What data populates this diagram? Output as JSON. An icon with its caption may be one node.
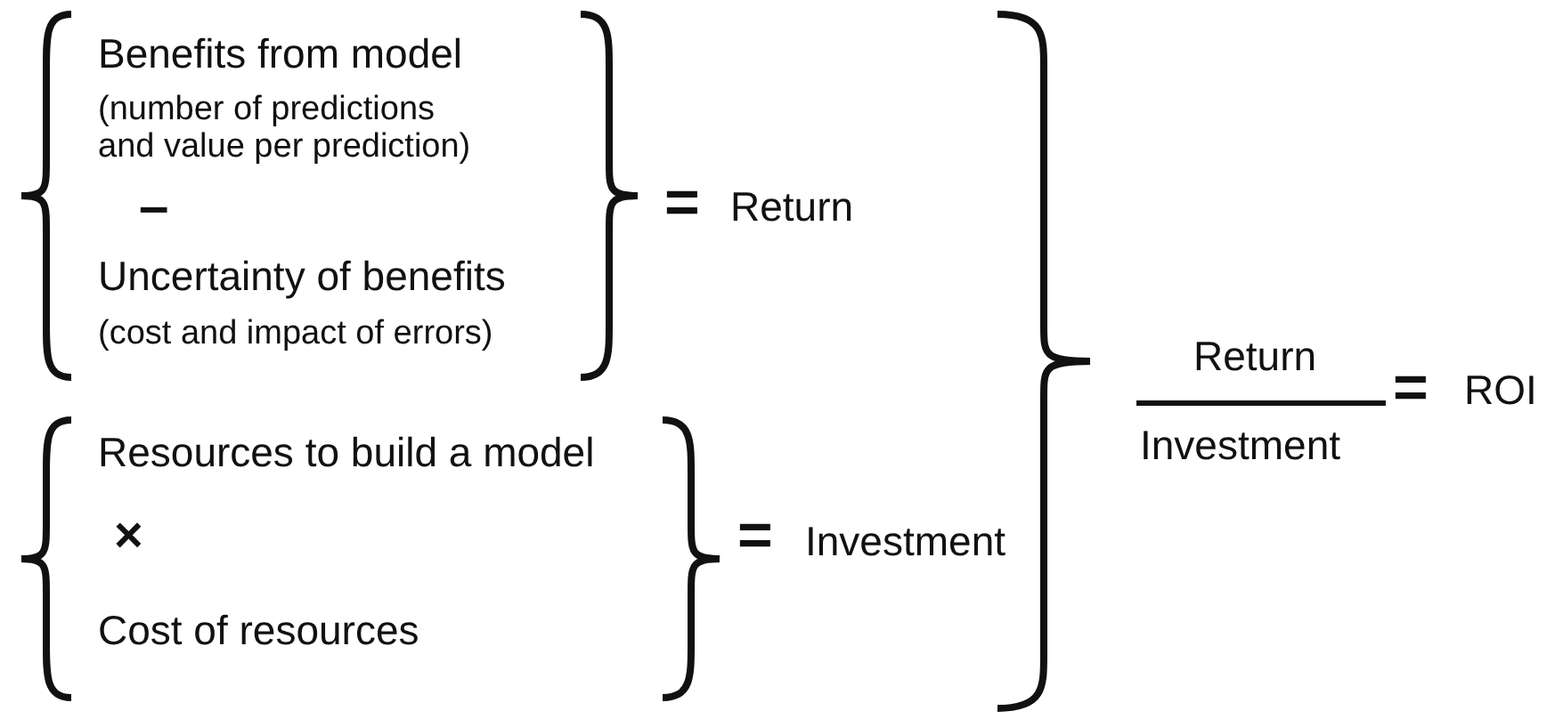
{
  "diagram": {
    "labels": [
      "Benefits from model",
      "(number of predictions and value per prediction)",
      "–",
      "Uncertainty of benefits",
      "(cost and impact of errors)",
      "=",
      "Return",
      "Return",
      "=",
      "ROI",
      "Resources to build a model",
      "Investment",
      "×",
      "Cost of resources",
      "=",
      "Investment"
    ]
  }
}
